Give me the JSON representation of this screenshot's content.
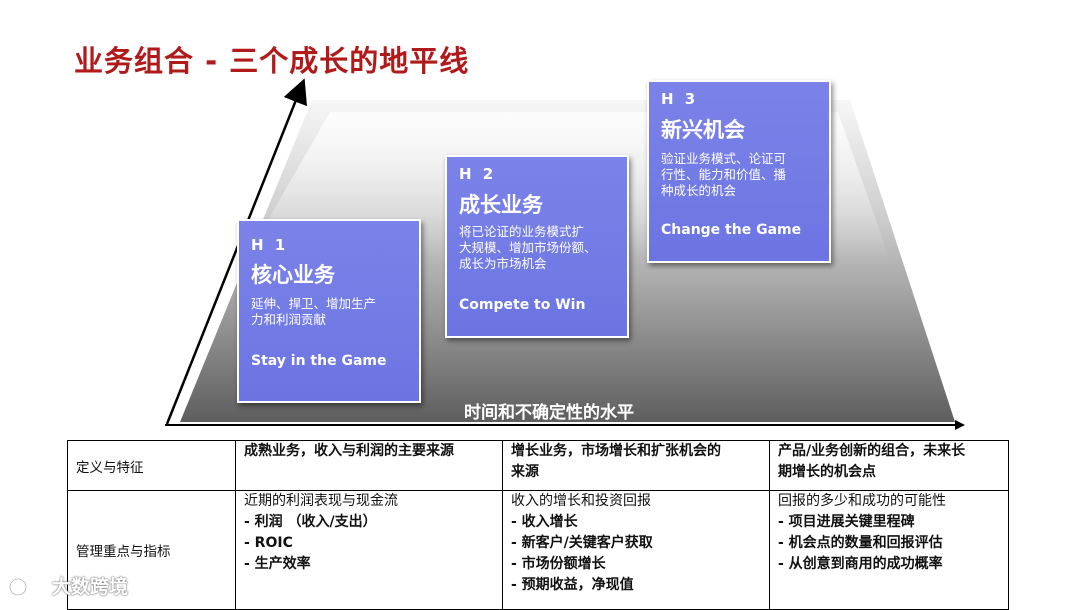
{
  "title": "业务组合 - 三个成长的地平线",
  "axis_label": "时间和不确定性的水平",
  "horizons": [
    {
      "h": "H 1",
      "name": "核心业务",
      "desc_lines": [
        "延伸、捍卫、增加生产",
        "力和利润贡献"
      ],
      "slogan": "Stay  in the Game"
    },
    {
      "h": "H 2",
      "name": "成长业务",
      "desc_lines": [
        "将已论证的业务模式扩",
        "大规模、增加市场份额、",
        "成长为市场机会"
      ],
      "slogan": "Compete to Win"
    },
    {
      "h": "H 3",
      "name": "新兴机会",
      "desc_lines": [
        "验证业务模式、论证可",
        "行性、能力和价值、播",
        "种成长的机会"
      ],
      "slogan": "Change the Game"
    }
  ],
  "table": {
    "rows": [
      {
        "label": "定义与特征",
        "cells": [
          {
            "lines": [
              "成熟业务，收入与利润的主要来源"
            ],
            "bold": true
          },
          {
            "lines": [
              "增长业务，市场增长和扩张机会的",
              "来源"
            ],
            "bold": true
          },
          {
            "lines": [
              "产品/业务创新的组合，未来长",
              "期增长的机会点"
            ],
            "bold": true
          }
        ]
      },
      {
        "label": "管理重点与指标",
        "cells": [
          {
            "intro": "近期的利润表现与现金流",
            "items": [
              "- 利润 （收入/支出）",
              "- ROIC",
              "- 生产效率"
            ]
          },
          {
            "intro": "收入的增长和投资回报",
            "items": [
              "- 收入增长",
              "- 新客户/关键客户获取",
              "- 市场份额增长",
              "- 预期收益，净现值"
            ]
          },
          {
            "intro": "回报的多少和成功的可能性",
            "items": [
              "- 项目进展关键里程碑",
              "- 机会点的数量和回报评估",
              "- 从创意到商用的成功概率"
            ]
          }
        ]
      }
    ]
  },
  "watermark": "大数跨境",
  "colors": {
    "title": "#b11a1a",
    "box_fill": "#7077e4",
    "platform_dark": "#5a5a5a",
    "platform_light": "#f2f2f2"
  }
}
